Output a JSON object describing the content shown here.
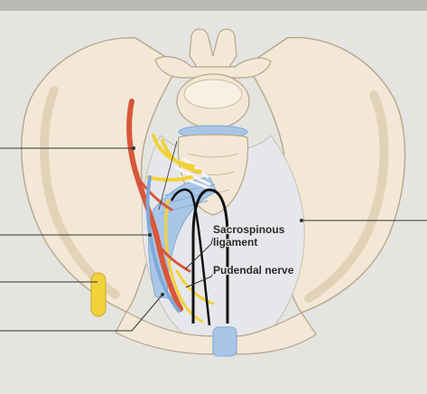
{
  "figure": {
    "labels": {
      "sacrospinous_line1": "Sacrospinous",
      "sacrospinous_line2": "ligament",
      "pudendal": "Pudendal nerve"
    },
    "colors": {
      "background": "#e4e4e1",
      "bone": "#f3e8d6",
      "bone_outline": "#b7a68a",
      "artery": "#d8573a",
      "nerve": "#f2d23a",
      "ligament": "#a9c6e6",
      "vein": "#7fa9d8",
      "pointer_line": "#333333"
    }
  }
}
